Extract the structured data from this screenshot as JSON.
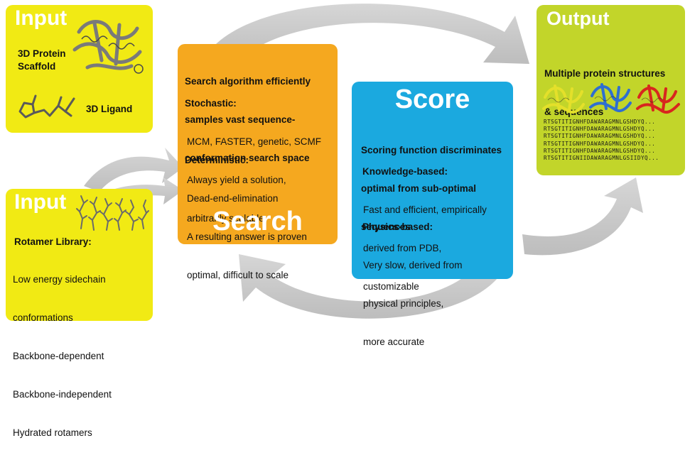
{
  "input_top": {
    "title": "Input",
    "scaffold_label": [
      "3D Protein",
      "Scaffold"
    ],
    "ligand_label": "3D Ligand"
  },
  "input_bottom": {
    "title": "Input",
    "heading": "Rotamer Library:",
    "items": [
      "Low energy sidechain",
      " conformations",
      "Backbone-dependent",
      "Backbone-independent",
      "Hydrated rotamers"
    ]
  },
  "search": {
    "title": "Search",
    "intro": [
      "Search algorithm efficiently",
      " samples vast sequence-",
      " conformation search space"
    ],
    "stochastic_heading": "Stochastic:",
    "stochastic_lines": [
      "MCM, FASTER, genetic, SCMF",
      "Always yield a solution,",
      " arbitrarily scalable"
    ],
    "deterministic_heading": "Deterministic:",
    "deterministic_lines": [
      "Dead-end-elimination",
      "A resulting answer is proven",
      " optimal, difficult to scale"
    ]
  },
  "score": {
    "title": "Score",
    "intro": [
      "Scoring function discriminates",
      " optimal from sub-optimal",
      "   sequences"
    ],
    "knowledge_heading": "Knowledge-based:",
    "knowledge_lines": [
      "Fast and efficient, empirically",
      "  derived from PDB,",
      " customizable"
    ],
    "physics_heading": "Physics-based:",
    "physics_lines": [
      "Very slow, derived from",
      " physical principles,",
      "  more accurate"
    ]
  },
  "output": {
    "title": "Output",
    "subtitle": [
      "Multiple protein structures",
      " & sequences"
    ],
    "sequences": [
      "RTSGTITIGNHFDAWARAGMNLGSHDYQ...",
      "RTSGTITIGNHFDAWARAGMNLGSHDYQ...",
      "RTSGTITIGNHFDAWARAGMNLGSHDYQ...",
      "RTSGTITIGNHFDAWARAGMNLGSHDYQ...",
      "RTSGTITIGNHFDAWARAGMNLGSHDYQ...",
      "RTSGTITIGNIIDAWARAGMNLGSIIDYQ..."
    ]
  },
  "colors": {
    "input": "#f1ea14",
    "search": "#f5a81f",
    "score": "#1ba9df",
    "output": "#c2d52a",
    "arrows": "#c9c9c9",
    "structure_yellow": "#e4e02a",
    "structure_blue": "#2f6fd0",
    "structure_red": "#d8261e"
  }
}
